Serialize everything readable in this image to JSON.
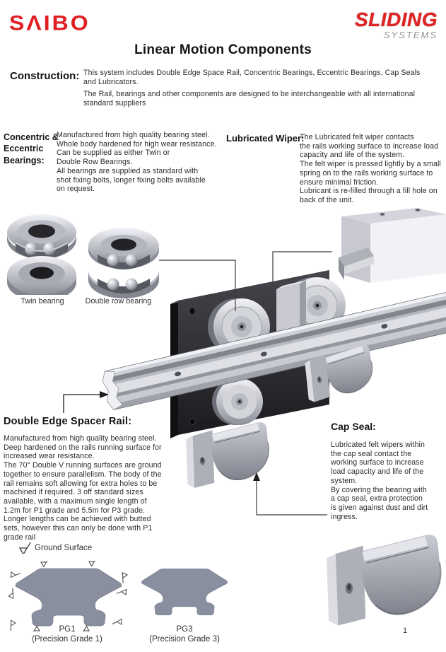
{
  "header": {
    "logo_left": "SΛIBO",
    "logo_right_primary": "SLIDING",
    "logo_right_secondary": "SYSTEMS",
    "title": "Linear Motion Components"
  },
  "construction": {
    "label": "Construction:",
    "para1": "This system includes Double Edge Space Rail, Concentric Bearings, Eccentric Bearings, Cap Seals\nand Lubricators.",
    "para2": "The Rail, bearings and other components are designed to be interchangeable with all international\nstandard suppliers"
  },
  "bearings_section": {
    "label": "Concentric &\nEccentric\nBearings:",
    "body": "Manufactured from high quality bearing steel.\nWhole body hardened for high wear resistance.\nCan be supplied as either Twin or\nDouble Row Bearings.\nAll bearings are supplied as standard with\nshot fixing bolts, longer fixing bolts available\non request."
  },
  "wiper_section": {
    "label": "Lubricated Wiper:",
    "body": "The Lubricated felt wiper contacts\nthe rails working surface to increase load\ncapacity and life of the system.\nThe felt wiper is pressed lightly by a small\nspring on to the rails working surface to\nensure minimal friction.\nLubricant is re-filled through a fill hole on\nback of the unit."
  },
  "captions": {
    "twin_bearing": "Twin bearing",
    "double_row_bearing": "Double row bearing"
  },
  "spacer_rail_section": {
    "heading": "Double Edge Spacer Rail:",
    "body": "Manufactured from high quality bearing steel.\nDeep hardened on the rails running surface for\nincreased wear resistance.\nThe 70° Double V running surfaces are ground\ntogether to ensure parallelism. The body of the\nrail remains soft allowing for extra holes to be\nmachined if required. 3 off standard sizes\navailable, with a maximum single length of\n1.2m for P1 grade and 5.5m for P3 grade.\nLonger lengths can be achieved with butted\nsets, however this can only be done with P1\ngrade rail"
  },
  "cap_seal_section": {
    "heading": "Cap Seal:",
    "body": "Lubricated felt wipers within\nthe cap seal contact the\nworking surface to increase\nload capacity and life of the\nsystem.\nBy covering the bearing with\na cap seal, extra protection\nis given against dust and dirt\ningress."
  },
  "legend": {
    "ground_surface": "Ground Surface"
  },
  "profiles": {
    "pg1": {
      "code": "PG1",
      "name": "(Precision Grade 1)"
    },
    "pg3": {
      "code": "PG3",
      "name": "(Precision Grade 3)"
    }
  },
  "page": {
    "number": "1"
  },
  "colors": {
    "logo_red": "#e01f23",
    "systems_gray": "#8f9296",
    "profile_fill": "#8a8fa0"
  }
}
